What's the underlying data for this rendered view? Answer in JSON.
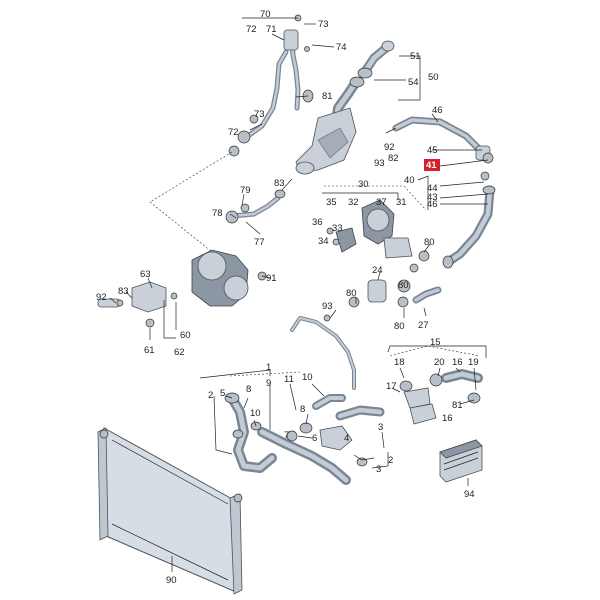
{
  "diagram": {
    "callouts": [
      {
        "id": "c70",
        "text": "70"
      },
      {
        "id": "c72",
        "text": "72"
      },
      {
        "id": "c71",
        "text": "71"
      },
      {
        "id": "c73a",
        "text": "73"
      },
      {
        "id": "c74",
        "text": "74"
      },
      {
        "id": "c51",
        "text": "51"
      },
      {
        "id": "c50",
        "text": "50"
      },
      {
        "id": "c54",
        "text": "54"
      },
      {
        "id": "c81a",
        "text": "81"
      },
      {
        "id": "c73b",
        "text": "73"
      },
      {
        "id": "c72b",
        "text": "72"
      },
      {
        "id": "c46a",
        "text": "46"
      },
      {
        "id": "c45",
        "text": "45"
      },
      {
        "id": "c92a",
        "text": "92"
      },
      {
        "id": "c93a",
        "text": "93"
      },
      {
        "id": "c82",
        "text": "82"
      },
      {
        "id": "c41",
        "text": "41"
      },
      {
        "id": "c40",
        "text": "40"
      },
      {
        "id": "c44",
        "text": "44"
      },
      {
        "id": "c43",
        "text": "43"
      },
      {
        "id": "c46b",
        "text": "46"
      },
      {
        "id": "c83",
        "text": "83"
      },
      {
        "id": "c79",
        "text": "79"
      },
      {
        "id": "c30",
        "text": "30"
      },
      {
        "id": "c78",
        "text": "78"
      },
      {
        "id": "c35",
        "text": "35"
      },
      {
        "id": "c32",
        "text": "32"
      },
      {
        "id": "c37",
        "text": "37"
      },
      {
        "id": "c31",
        "text": "31"
      },
      {
        "id": "c77",
        "text": "77"
      },
      {
        "id": "c36",
        "text": "36"
      },
      {
        "id": "c34",
        "text": "34"
      },
      {
        "id": "c33",
        "text": "33"
      },
      {
        "id": "c80a",
        "text": "80"
      },
      {
        "id": "c63",
        "text": "63"
      },
      {
        "id": "c24",
        "text": "24"
      },
      {
        "id": "c91",
        "text": "91"
      },
      {
        "id": "c92b",
        "text": "92"
      },
      {
        "id": "c83b",
        "text": "83"
      },
      {
        "id": "c80b",
        "text": "80"
      },
      {
        "id": "c80c",
        "text": "80"
      },
      {
        "id": "c93b",
        "text": "93"
      },
      {
        "id": "c60",
        "text": "60"
      },
      {
        "id": "c80d",
        "text": "80"
      },
      {
        "id": "c27",
        "text": "27"
      },
      {
        "id": "c61",
        "text": "61"
      },
      {
        "id": "c62",
        "text": "62"
      },
      {
        "id": "c15",
        "text": "15"
      },
      {
        "id": "c18",
        "text": "18"
      },
      {
        "id": "c20",
        "text": "20"
      },
      {
        "id": "c16a",
        "text": "16"
      },
      {
        "id": "c19",
        "text": "19"
      },
      {
        "id": "c1",
        "text": "1"
      },
      {
        "id": "c11",
        "text": "11"
      },
      {
        "id": "c10a",
        "text": "10"
      },
      {
        "id": "c17",
        "text": "17"
      },
      {
        "id": "c5",
        "text": "5"
      },
      {
        "id": "c8a",
        "text": "8"
      },
      {
        "id": "c9",
        "text": "9"
      },
      {
        "id": "c2a",
        "text": "2"
      },
      {
        "id": "c81b",
        "text": "81"
      },
      {
        "id": "c16b",
        "text": "16"
      },
      {
        "id": "c8b",
        "text": "8"
      },
      {
        "id": "c10b",
        "text": "10"
      },
      {
        "id": "c3a",
        "text": "3"
      },
      {
        "id": "c7",
        "text": "7"
      },
      {
        "id": "c6",
        "text": "6"
      },
      {
        "id": "c4",
        "text": "4"
      },
      {
        "id": "c2b",
        "text": "2"
      },
      {
        "id": "c3b",
        "text": "3"
      },
      {
        "id": "c94",
        "text": "94"
      },
      {
        "id": "c90",
        "text": "90"
      }
    ],
    "highlight_color": "#d4202a"
  }
}
